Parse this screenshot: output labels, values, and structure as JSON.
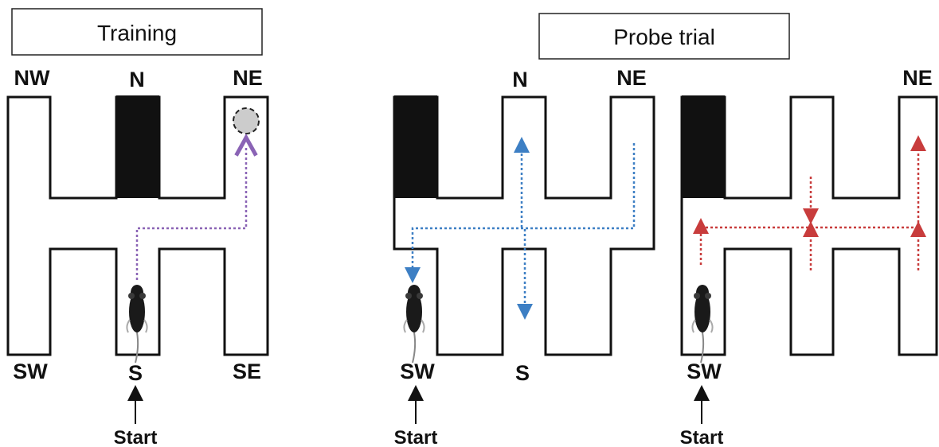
{
  "panels": {
    "training": {
      "title": "Training",
      "labels": {
        "nw": "NW",
        "n": "N",
        "ne": "NE",
        "sw": "SW",
        "s": "S",
        "se": "SE"
      },
      "start": "Start",
      "path_color": "#8a63b5"
    },
    "probe": {
      "title": "Probe trial",
      "left": {
        "labels": {
          "n": "N",
          "ne": "NE",
          "sw": "SW",
          "s": "S"
        },
        "start": "Start",
        "path_color": "#3d7fc4"
      },
      "right": {
        "labels": {
          "ne": "NE",
          "sw": "SW"
        },
        "start": "Start",
        "path_color": "#c83c3c"
      }
    }
  },
  "colors": {
    "maze_wall": "#111111",
    "blocked_arm": "#111111",
    "goal_fill": "#cccccc"
  }
}
